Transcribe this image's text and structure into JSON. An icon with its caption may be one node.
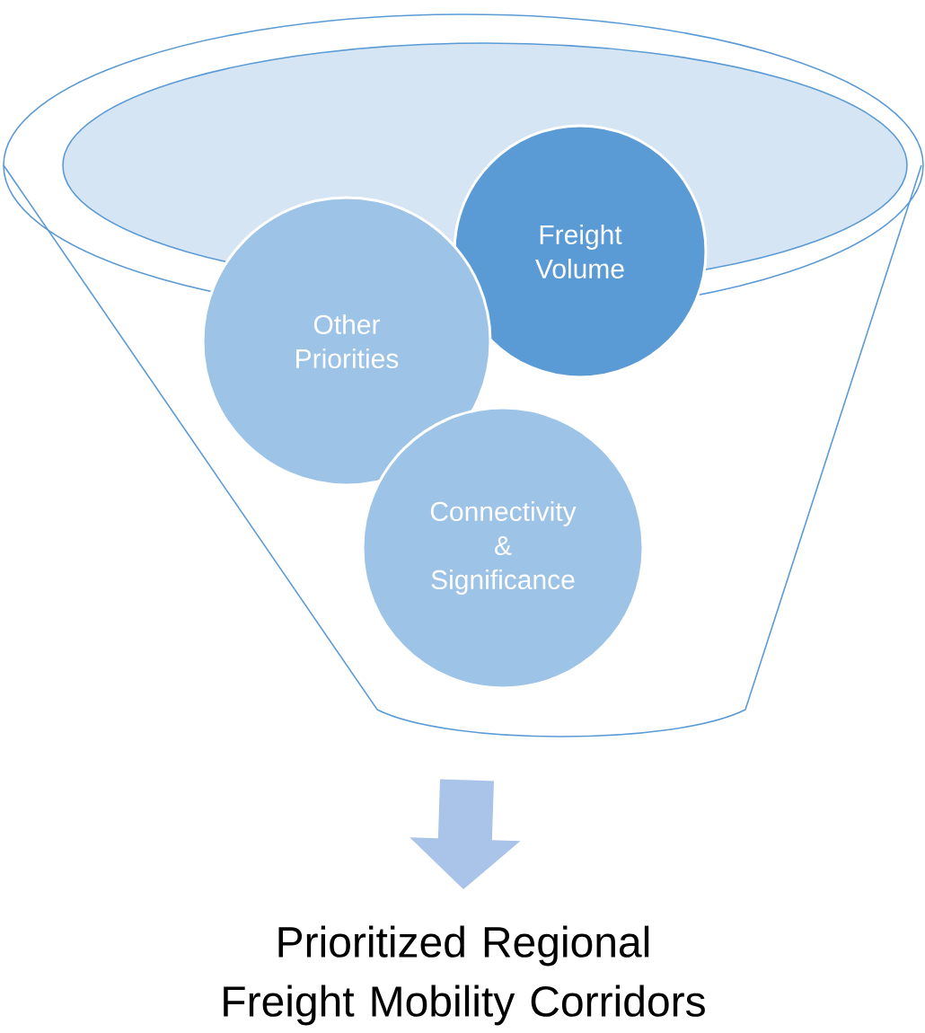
{
  "diagram": {
    "nodes": [
      {
        "text": [],
        "shape": "funnel"
      },
      {
        "text": [
          "Freight Volume"
        ],
        "in": 0
      },
      {
        "text": [
          "Other Priorities"
        ],
        "in": 0
      },
      {
        "text": [
          "Connectivity & Significance"
        ],
        "in": 0
      },
      {
        "text": [
          "Prioritized Regional Freight Mobility Corridors"
        ]
      }
    ],
    "edges": [
      {
        "from": 0,
        "to": 4,
        "arrow": "to"
      }
    ]
  }
}
